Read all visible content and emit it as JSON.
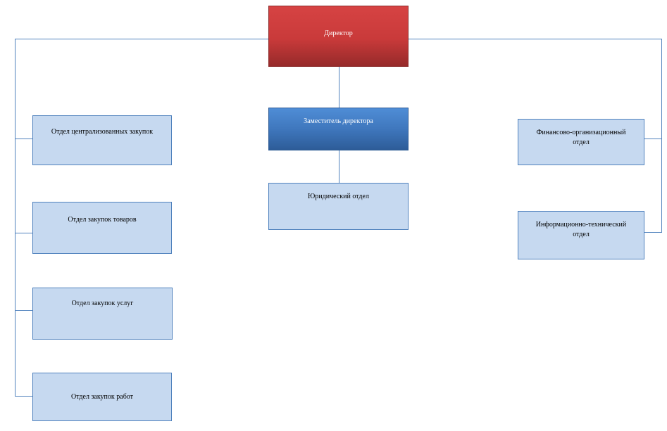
{
  "org_chart": {
    "director": {
      "label": "Директор"
    },
    "deputy": {
      "label": "Заместитель директора"
    },
    "legal": {
      "label": "Юридический отдел"
    },
    "left_departments": [
      {
        "label": "Отдел централизованных закупок"
      },
      {
        "label": "Отдел закупок товаров"
      },
      {
        "label": "Отдел закупок услуг"
      },
      {
        "label": "Отдел закупок работ"
      }
    ],
    "right_departments": [
      {
        "label": "Финансово-организационный отдел"
      },
      {
        "label": "Информационно-технический отдел"
      }
    ]
  },
  "colors": {
    "connector": "#4f81bd",
    "director_fill": "#c93a3a",
    "deputy_fill": "#3f77bd",
    "department_fill": "#c6d9f0",
    "department_border": "#4f81bd"
  }
}
